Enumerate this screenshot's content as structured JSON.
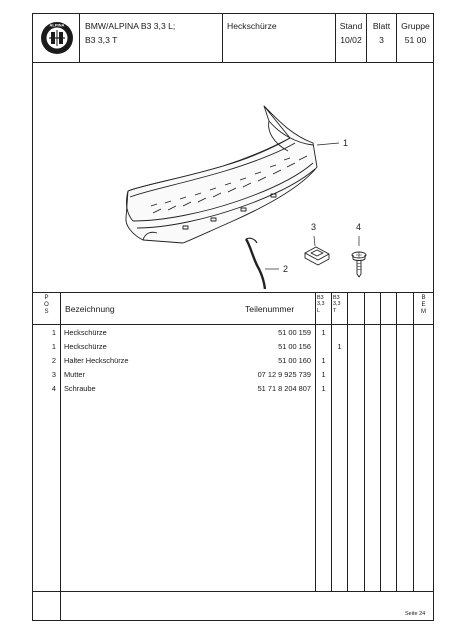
{
  "header": {
    "model_line1": "BMW/ALPINA B3 3,3 L;",
    "model_line2": "B3 3,3 T",
    "title": "Heckschürze",
    "stand_label": "Stand",
    "stand_value": "10/02",
    "blatt_label": "Blatt",
    "blatt_value": "3",
    "gruppe_label": "Gruppe",
    "gruppe_value": "51 00"
  },
  "logo": {
    "text": "ALPINA",
    "icon": "alpina-badge-icon"
  },
  "diagram": {
    "callouts": [
      "1",
      "2",
      "3",
      "4"
    ]
  },
  "table": {
    "pos_header": [
      "P",
      "O",
      "S"
    ],
    "bezeichnung_header": "Bezeichnung",
    "teilenummer_header": "Teilenummer",
    "col_b3l": [
      "B3",
      "3,3",
      "L"
    ],
    "col_b3t": [
      "B3",
      "3,3",
      "T"
    ],
    "bem_header": [
      "B",
      "E",
      "M"
    ],
    "rows": [
      {
        "pos": "1",
        "name": "Heckschürze",
        "part": "51 00 159",
        "b3l": "1",
        "b3t": ""
      },
      {
        "pos": "1",
        "name": "Heckschürze",
        "part": "51 00 156",
        "b3l": "",
        "b3t": "1"
      },
      {
        "pos": "2",
        "name": "Halter Heckschürze",
        "part": "51 00 160",
        "b3l": "1",
        "b3t": ""
      },
      {
        "pos": "3",
        "name": "Mutter",
        "part": "07 12 9 925 739",
        "b3l": "1",
        "b3t": ""
      },
      {
        "pos": "4",
        "name": "Schraube",
        "part": "51 71 8 204 807",
        "b3l": "1",
        "b3t": ""
      }
    ]
  },
  "footer": {
    "page": "Seite 24"
  }
}
